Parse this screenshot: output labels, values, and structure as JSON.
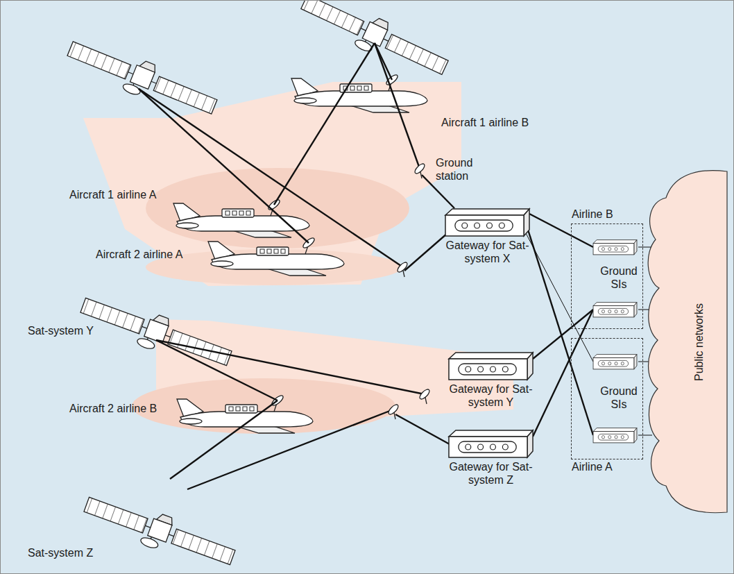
{
  "diagram": {
    "nodes": [
      {
        "text": [
          "Gateway for Sat-system X"
        ]
      },
      {
        "text": [
          "Gateway for Sat-system Y"
        ]
      },
      {
        "text": [
          "Gateway for Sat-system Z"
        ]
      },
      {
        "text": [
          "Airline B",
          "Ground SIs"
        ]
      },
      {
        "text": [
          "Airline A",
          "Ground SIs"
        ]
      },
      {
        "text": [
          "Public networks"
        ]
      }
    ],
    "edges": [
      {
        "from": 0,
        "to": 3,
        "arrow": "none"
      },
      {
        "from": 0,
        "to": 4,
        "arrow": "none"
      },
      {
        "from": 0,
        "to": 4,
        "arrow": "none"
      },
      {
        "from": 1,
        "to": 3,
        "arrow": "none"
      },
      {
        "from": 2,
        "to": 3,
        "arrow": "none"
      },
      {
        "from": 3,
        "to": 5,
        "arrow": "none"
      },
      {
        "from": 3,
        "to": 5,
        "arrow": "none"
      },
      {
        "from": 4,
        "to": 5,
        "arrow": "none"
      },
      {
        "from": 4,
        "to": 5,
        "arrow": "none"
      }
    ],
    "labels": [
      "Aircraft 1 airline B",
      "Ground station",
      "Aircraft 1 airline A",
      "Aircraft 2 airline A",
      "Sat-system Y",
      "Aircraft 2 airline B",
      "Sat-system Z"
    ]
  }
}
